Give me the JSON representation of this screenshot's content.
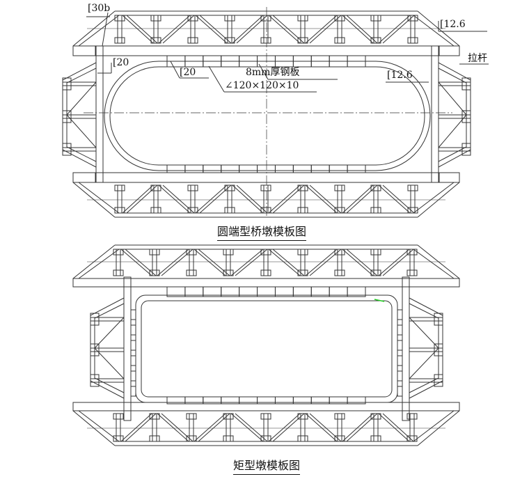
{
  "drawing_1": {
    "caption": "圆端型桥墩模板图",
    "labels": {
      "channel_30b": "[30b",
      "channel_12_6_top": "[12.6",
      "tie_rod": "拉杆",
      "channel_20_left": "[20",
      "channel_20_inner": "[20",
      "steel_plate": "8mm厚钢板",
      "angle_steel": "∠120×120×10",
      "channel_12_6_right": "[12.6"
    }
  },
  "drawing_2": {
    "caption": "矩型墩模板图"
  },
  "colors": {
    "line": "#333333",
    "highlight": "#22cc22"
  }
}
